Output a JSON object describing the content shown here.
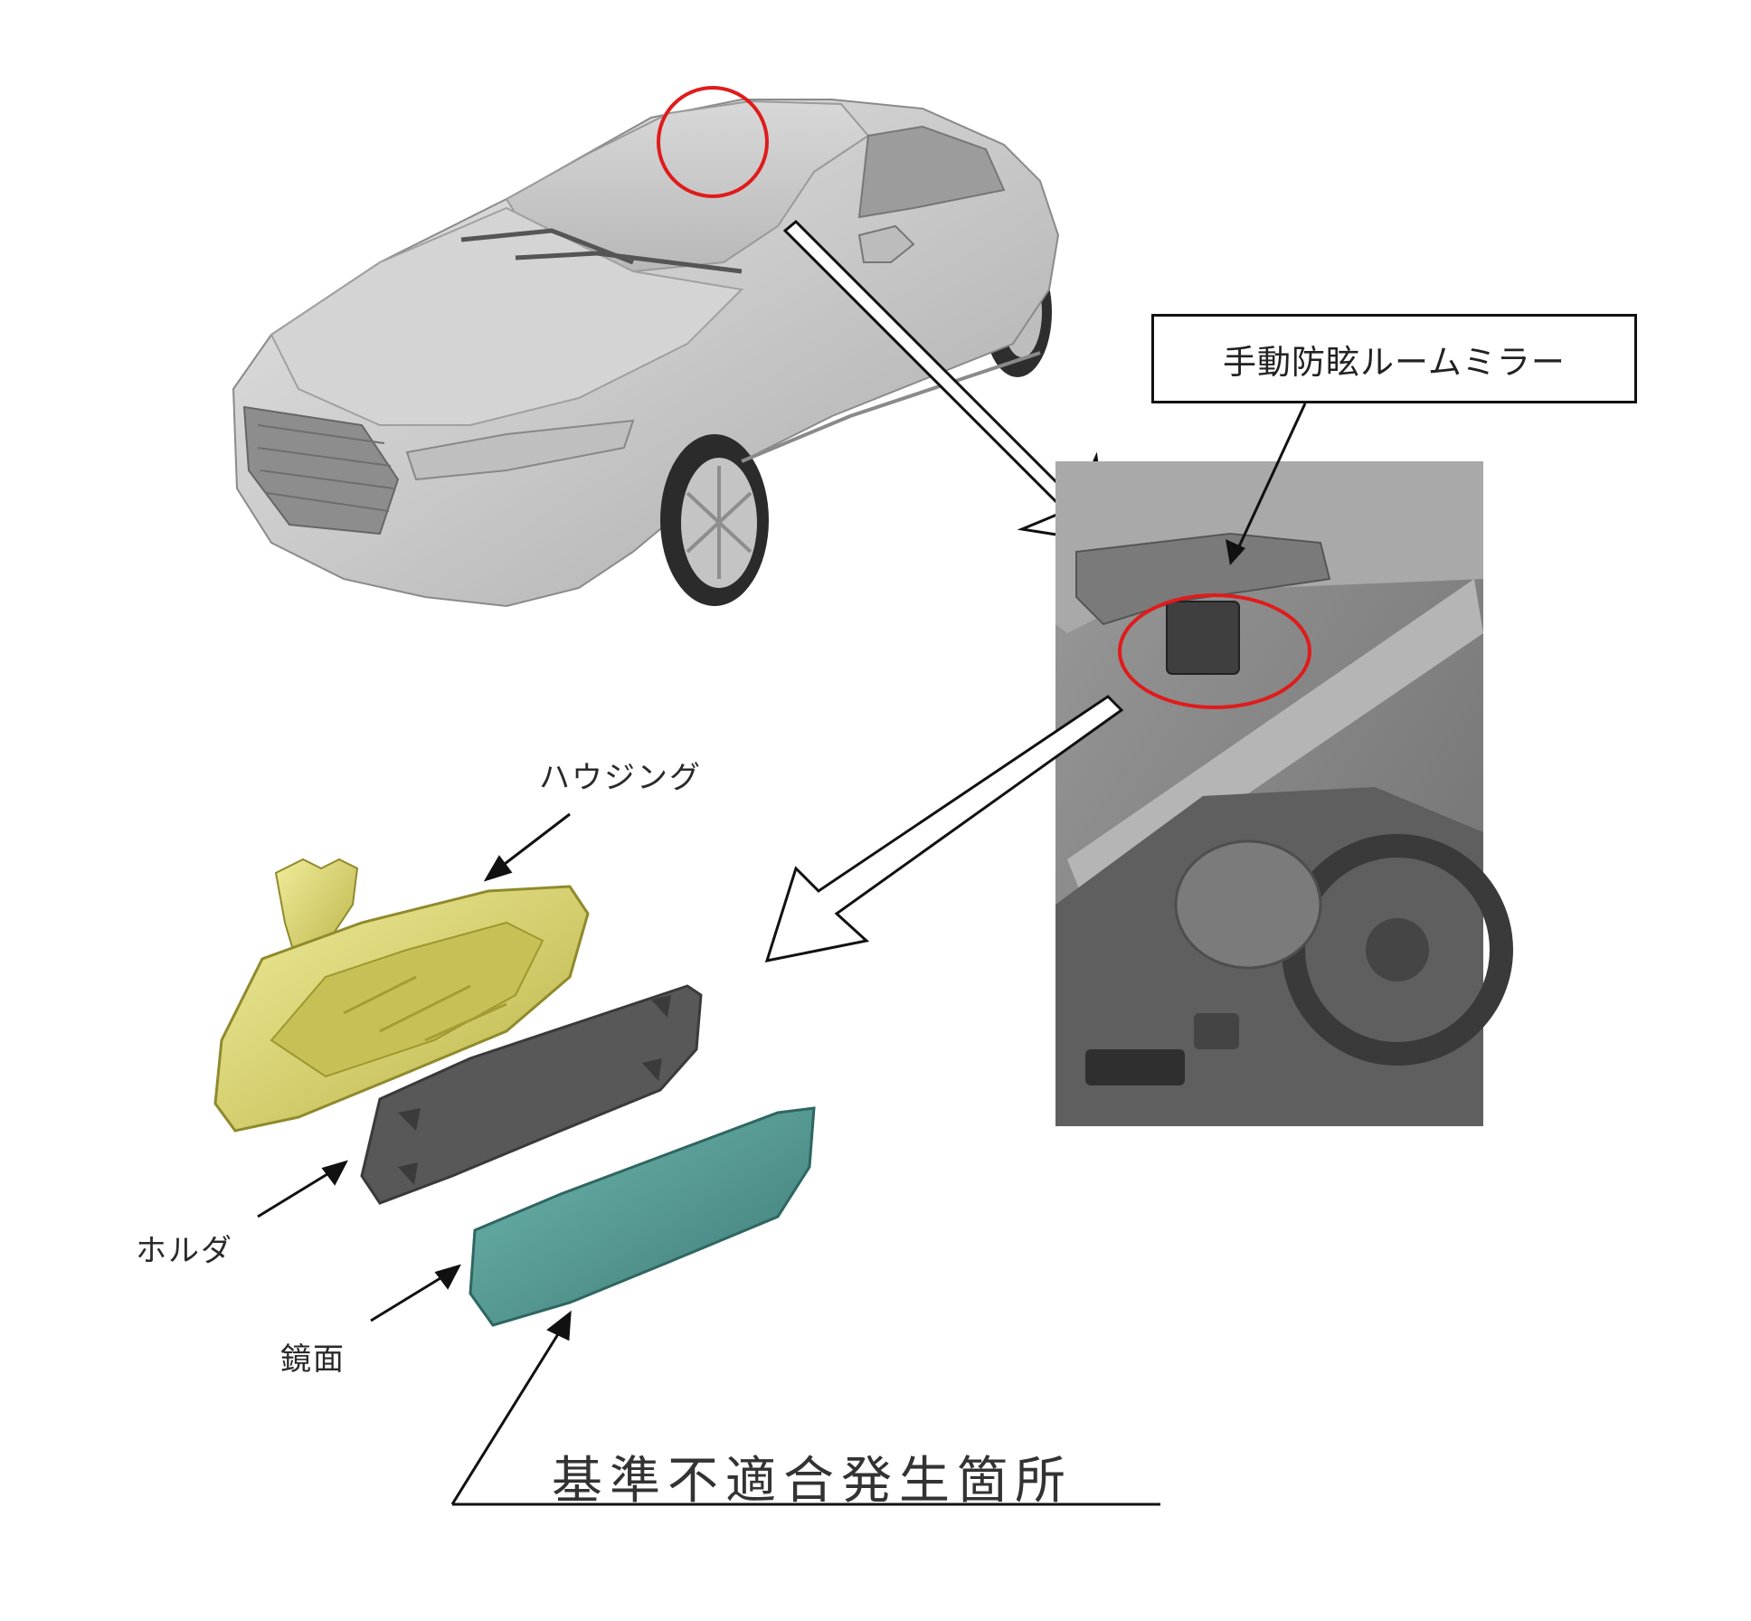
{
  "labels": {
    "room_mirror": "手動防眩ルームミラー",
    "housing": "ハウジング",
    "holder": "ホルダ",
    "mirror_surface": "鏡面",
    "defect_location": "基準不適合発生箇所"
  },
  "colors": {
    "highlight_circle": "#e01b1b",
    "housing": "#d9d46a",
    "holder": "#585858",
    "mirror_surface": "#4f8c86",
    "car_body": "#c8c8c8",
    "interior": "#8e8e8e"
  }
}
